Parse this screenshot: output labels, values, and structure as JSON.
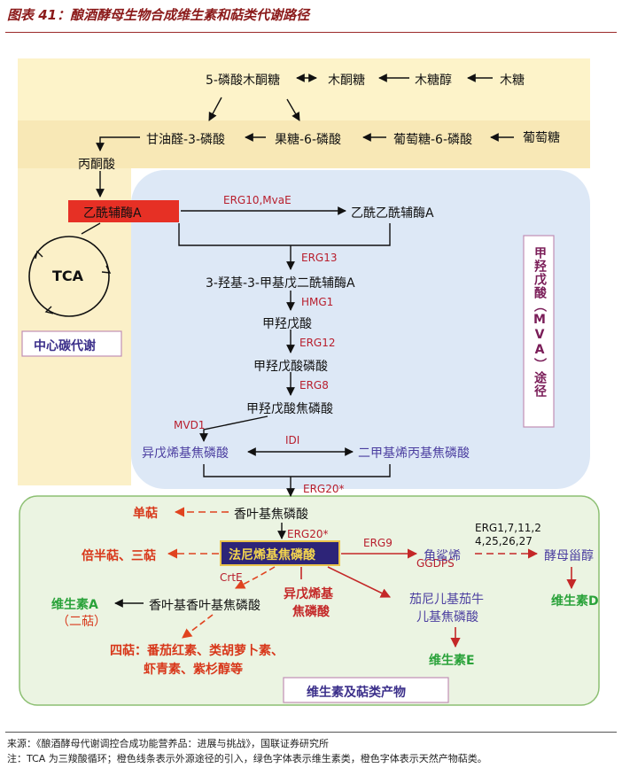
{
  "figure_title": "图表 41：酿酒酵母生物合成维生素和萜类代谢路径",
  "top_pathway": {
    "xylulose5p": "5-磷酸木酮糖",
    "xylulose": "木酮糖",
    "xylitol": "木糖醇",
    "xylose": "木糖",
    "g3p": "甘油醛-3-磷酸",
    "f6p": "果糖-6-磷酸",
    "g6p": "葡萄糖-6-磷酸",
    "glucose": "葡萄糖",
    "pyruvate": "丙酮酸"
  },
  "central": {
    "acetyl_coa": "乙酰辅酶A",
    "tca": "TCA",
    "label": "中心碳代谢"
  },
  "mva": {
    "erg10": "ERG10,MvaE",
    "acetoacetyl_coa": "乙酰乙酰辅酶A",
    "erg13": "ERG13",
    "hmg_coa": "3-羟基-3-甲基戊二酰辅酶A",
    "hmg1": "HMG1",
    "mevalonate": "甲羟戊酸",
    "erg12": "ERG12",
    "mevalonate_p": "甲羟戊酸磷酸",
    "erg8": "ERG8",
    "mevalonate_pp": "甲羟戊酸焦磷酸",
    "mvd1": "MVD1",
    "idi": "IDI",
    "ipp": "异戊烯基焦磷酸",
    "dmapp": "二甲基烯丙基焦磷酸",
    "label": "甲羟戊酸（MVA）途径"
  },
  "products": {
    "erg20a": "ERG20*",
    "gpp": "香叶基焦磷酸",
    "monoterpene": "单萜",
    "erg20b": "ERG20*",
    "fpp": "法尼烯基焦磷酸",
    "sesqui": "倍半萜、三萜",
    "erg9": "ERG9",
    "squalene": "角鲨烯",
    "erg_multi_1": "ERG1,7,11,2",
    "erg_multi_2": "4,25,26,27",
    "ergosterol": "酵母甾醇",
    "vitd": "维生素D",
    "ggdps": "GGDPS",
    "crte": "CrtE",
    "ggpp": "香叶基香叶基焦磷酸",
    "ipp_red_1": "异戊烯基",
    "ipp_red_2": "焦磷酸",
    "vita_1": "维生素A",
    "vita_2": "（二萜）",
    "tetraterp_1": "四萜：番茄红素、类胡萝卜素、",
    "tetraterp_2": "虾青素、紫杉醇等",
    "solanesyl_1": "茄尼儿基茄牛",
    "solanesyl_2": "儿基焦磷酸",
    "vite": "维生素E",
    "label": "维生素及萜类产物"
  },
  "footer": {
    "source": "来源：《酿酒酵母代谢调控合成功能营养品：进展与挑战》，国联证券研究所",
    "note": "注：TCA 为三羧酸循环；橙色线条表示外源途径的引入，绿色字体表示维生素类，橙色字体表示天然产物萜类。"
  },
  "colors": {
    "title": "#8b1a1a",
    "top_band": "#fdf3c9",
    "top_band_inner": "#f8e8b6",
    "left_band": "#fbf0c8",
    "mva_panel": "#dde8f6",
    "product_panel": "#ebf4e2",
    "product_border": "#8cbf72",
    "acetyl_box": "#e63025",
    "fpp_box": "#2d2478",
    "enzyme_red": "#b81e2d",
    "terpene_orange": "#d8371a",
    "vitamin_green": "#2aa23a",
    "mva_label": "#7a1d58"
  }
}
